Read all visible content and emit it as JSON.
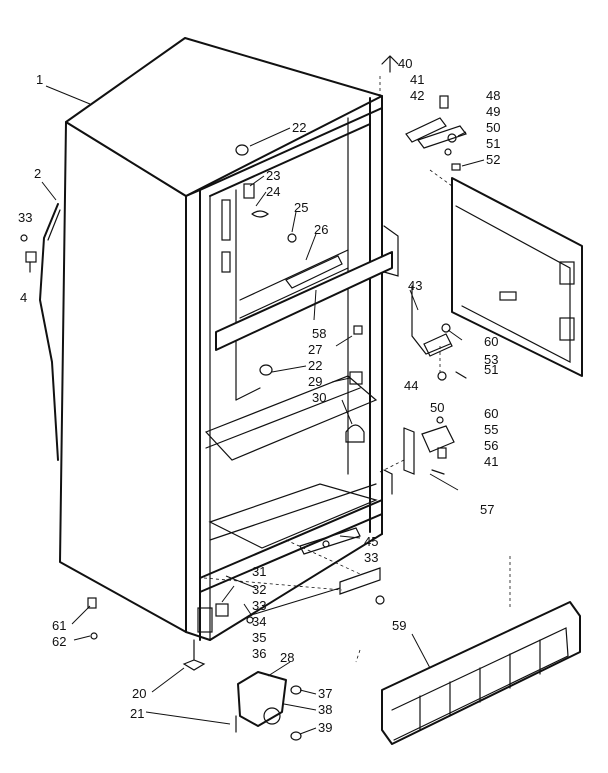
{
  "figure": {
    "callouts": [
      "1",
      "2",
      "4",
      "20",
      "21",
      "22",
      "23",
      "24",
      "25",
      "26",
      "27",
      "28",
      "29",
      "30",
      "31",
      "32",
      "33",
      "34",
      "35",
      "36",
      "37",
      "38",
      "39",
      "40",
      "41",
      "42",
      "43",
      "44",
      "45",
      "48",
      "49",
      "50",
      "51",
      "52",
      "53",
      "55",
      "56",
      "57",
      "58",
      "59",
      "60",
      "61",
      "62"
    ]
  }
}
